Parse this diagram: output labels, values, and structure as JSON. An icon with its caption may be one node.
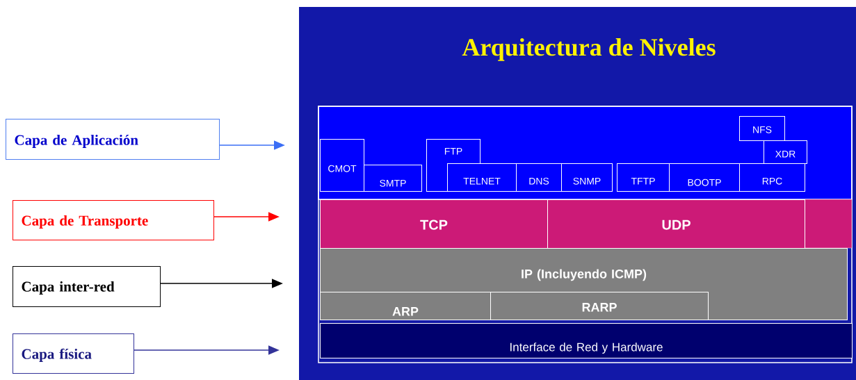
{
  "diagram": {
    "title": "Arquitectura de Niveles",
    "nodes": [
      {
        "text": [
          "Capa de Aplicación"
        ]
      },
      {
        "text": [
          "Capa de Transporte"
        ]
      },
      {
        "text": [
          "Capa inter-red"
        ]
      },
      {
        "text": [
          "Capa física"
        ]
      },
      {
        "text": [
          "CMOT"
        ]
      },
      {
        "text": [
          "SMTP"
        ]
      },
      {
        "text": [
          "FTP"
        ]
      },
      {
        "text": [
          "TELNET"
        ]
      },
      {
        "text": [
          "DNS"
        ]
      },
      {
        "text": [
          "SNMP"
        ]
      },
      {
        "text": [
          "TFTP"
        ]
      },
      {
        "text": [
          "BOOTP"
        ]
      },
      {
        "text": [
          "NFS"
        ]
      },
      {
        "text": [
          "XDR"
        ]
      },
      {
        "text": [
          "RPC"
        ]
      },
      {
        "text": [
          "TCP"
        ]
      },
      {
        "text": [
          "UDP"
        ]
      },
      {
        "text": [
          "IP (Incluyendo ICMP)"
        ]
      },
      {
        "text": [
          "ARP"
        ],
        "in": 17
      },
      {
        "text": [
          "RARP"
        ],
        "in": 17
      },
      {
        "text": [
          "Interface de Red y Hardware"
        ]
      }
    ],
    "edges": [
      {
        "from": 0,
        "to": null,
        "arrow": "to",
        "color": "#3b6ef5"
      },
      {
        "from": 1,
        "to": null,
        "arrow": "to",
        "color": "#ff0000"
      },
      {
        "from": 2,
        "to": null,
        "arrow": "to",
        "color": "#000000"
      },
      {
        "from": 3,
        "to": null,
        "arrow": "to",
        "color": "#333399"
      }
    ]
  }
}
